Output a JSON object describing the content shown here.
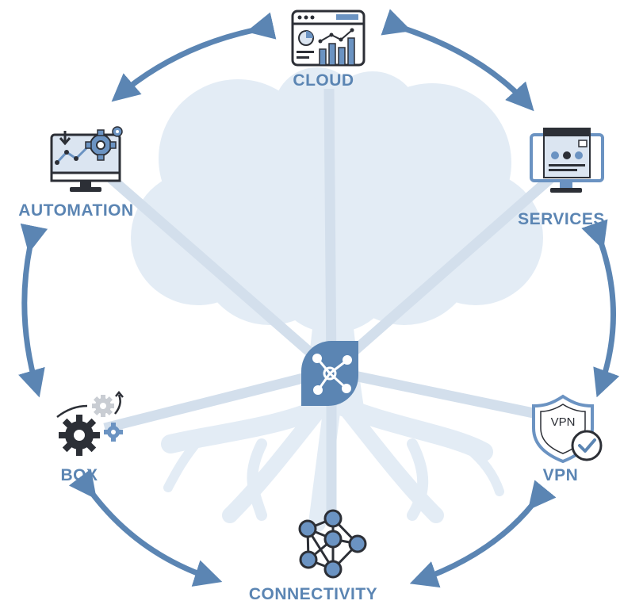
{
  "colors": {
    "accent": "#5b85b3",
    "label": "#5b85b3",
    "tree": "#e3ecf5",
    "spoke": "#d3dfec",
    "icon_dark": "#2c2f36",
    "icon_blue": "#6b93c2",
    "icon_light": "#dbe5f1",
    "check": "#5b85b3"
  },
  "nodes": {
    "cloud": {
      "label": "CLOUD",
      "icon": "dashboard-chart-icon"
    },
    "services": {
      "label": "SERVICES",
      "icon": "web-browser-monitor-icon"
    },
    "vpn": {
      "label": "VPN",
      "icon": "vpn-shield-check-icon"
    },
    "connectivity": {
      "label": "CONNECTIVITY",
      "icon": "network-nodes-icon"
    },
    "box": {
      "label": "BOX",
      "icon": "gears-icon"
    },
    "automation": {
      "label": "AUTOMATION",
      "icon": "monitor-automation-icon"
    }
  },
  "hub": {
    "icon": "hub-network-icon"
  },
  "shield_text": "VPN"
}
